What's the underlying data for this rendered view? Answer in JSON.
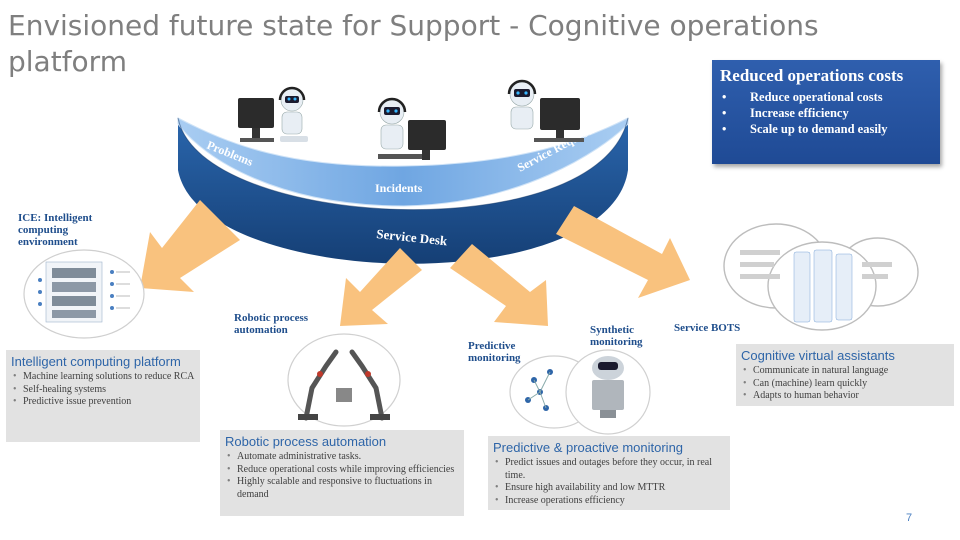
{
  "title": "Envisioned future state for Support - Cognitive operations platform",
  "callout": {
    "heading": "Reduced operations costs",
    "items": [
      "Reduce operational costs",
      "Increase efficiency",
      "Scale up to demand easily"
    ]
  },
  "desk": {
    "left_label": "Problems",
    "center_label": "Incidents",
    "right_label": "Service Requests",
    "front_label": "Service Desk"
  },
  "labels": {
    "ice": "ICE: Intelligent computing environment",
    "rpa": "Robotic process automation",
    "predictive": "Predictive monitoring",
    "synthetic": "Synthetic monitoring",
    "bots": "Service BOTS"
  },
  "boxes": {
    "icp": {
      "heading": "Intelligent computing platform",
      "items": [
        "Machine learning solutions to reduce RCA",
        "Self-healing systems",
        "Predictive issue prevention"
      ]
    },
    "rpa": {
      "heading": "Robotic process automation",
      "items": [
        "Automate administrative tasks.",
        " Reduce operational costs while improving efficiencies",
        "Highly scalable and responsive to fluctuations in demand"
      ]
    },
    "pm": {
      "heading": "Predictive & proactive monitoring",
      "items": [
        "Predict issues and outages before they occur, in real time.",
        " Ensure high availability and low MTTR",
        "Increase operations efficiency"
      ]
    },
    "cva": {
      "heading": "Cognitive virtual assistants",
      "items": [
        "Communicate in natural language",
        "Can (machine) learn quickly",
        "Adapts to human behavior"
      ]
    }
  },
  "page_number": "7",
  "colors": {
    "desk_top": "#7fb2e8",
    "desk_side": "#1d4f8c",
    "arrow": "#f9c27e",
    "callout": "#2456a2",
    "box": "#e2e2e2",
    "heading_blue": "#2e65a8"
  }
}
